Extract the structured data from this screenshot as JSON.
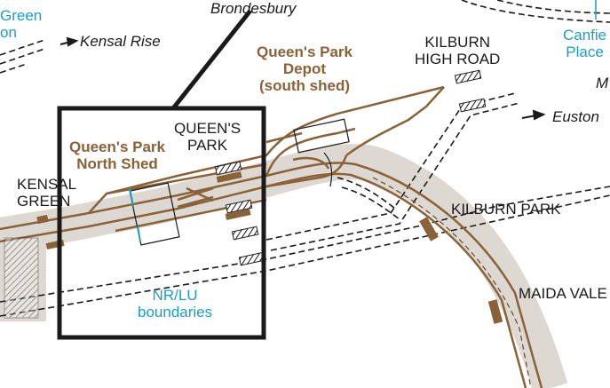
{
  "stations": {
    "kensal_rise": "Kensal Rise",
    "brondesbury": "Brondesbury",
    "kilburn_high_road": [
      "KILBURN",
      "HIGH ROAD"
    ],
    "queens_park": [
      "QUEEN'S",
      "PARK"
    ],
    "kensal_green": [
      "KENSAL",
      "GREEN"
    ],
    "kilburn_park": "KILBURN PARK",
    "maida_vale": "MAIDA VALE",
    "euston": "Euston",
    "green_partial": [
      "Green",
      "on"
    ],
    "canfield_partial": [
      "Canfie",
      "Place"
    ],
    "m_partial": "M"
  },
  "depots": {
    "south_shed": [
      "Queen's Park",
      "Depot",
      "(south shed)"
    ],
    "north_shed": [
      "Queen's Park",
      "North Shed"
    ]
  },
  "boundary_label": [
    "NR/LU",
    "boundaries"
  ],
  "colors": {
    "lu_track": "#8a6238",
    "nr_track": "#1a1a1a",
    "lu_corridor": "#ddd8d2",
    "lu_platform": "#8a6238",
    "boundary_marker": "#1a9ec4",
    "highlight_box": "#1a1a1a"
  }
}
